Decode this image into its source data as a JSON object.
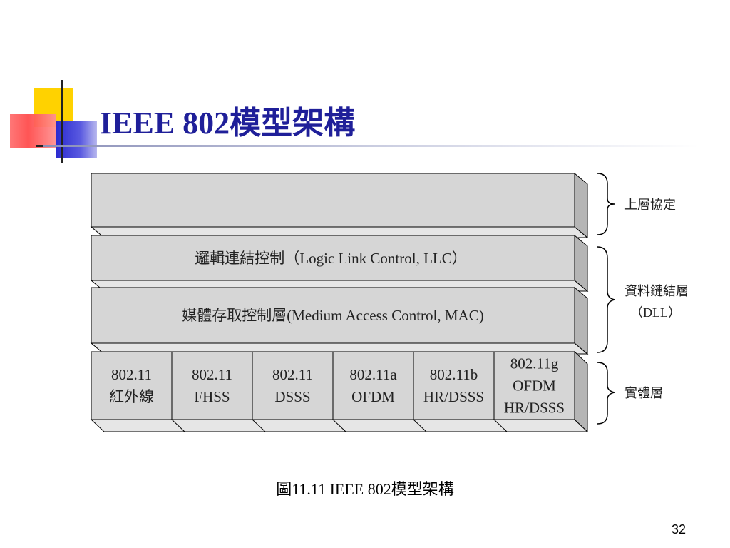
{
  "slide": {
    "title": "IEEE 802模型架構",
    "caption": "圖11.11  IEEE 802模型架構",
    "page_number": "32"
  },
  "diagram": {
    "llc_label": "邏輯連結控制（Logic Link Control, LLC）",
    "mac_label": "媒體存取控制層(Medium Access Control, MAC)",
    "physical_cells": [
      [
        "802.11",
        "紅外線"
      ],
      [
        "802.11",
        "FHSS"
      ],
      [
        "802.11",
        "DSSS"
      ],
      [
        "802.11a",
        "OFDM"
      ],
      [
        "802.11b",
        "HR/DSSS"
      ],
      [
        "802.11g",
        "OFDM",
        "HR/DSSS"
      ]
    ],
    "braces": {
      "upper": "上層協定",
      "dll": [
        "資料鏈結層",
        "（DLL）"
      ],
      "physical": "實體層"
    }
  },
  "colors": {
    "title": "#1f1f99",
    "box_face": "#d6d6d6",
    "box_top": "#e6e6e6",
    "box_side": "#b5b5b5"
  }
}
